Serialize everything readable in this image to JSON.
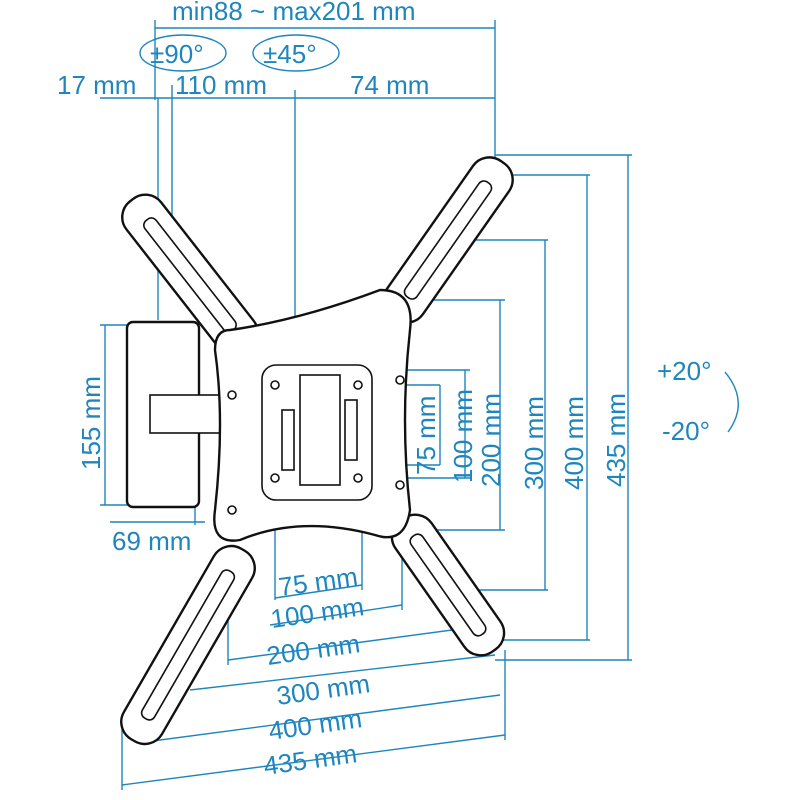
{
  "top": {
    "depth_range": "min88 ~ max201 mm",
    "swivel_90": "±90°",
    "swivel_45": "±45°",
    "seg_17": "17 mm",
    "seg_110": "110 mm",
    "seg_74": "74 mm"
  },
  "wall_plate": {
    "height": "155 mm",
    "width": "69 mm"
  },
  "vertical_vesa": [
    "75 mm",
    "100 mm",
    "200 mm",
    "300 mm",
    "400 mm",
    "435 mm"
  ],
  "horizontal_vesa": [
    "75 mm",
    "100 mm",
    "200 mm",
    "300 mm",
    "400 mm",
    "435 mm"
  ],
  "tilt": {
    "up": "+20°",
    "down": "-20°"
  },
  "colors": {
    "dimension": "#1f86bd",
    "outline": "#111111"
  }
}
